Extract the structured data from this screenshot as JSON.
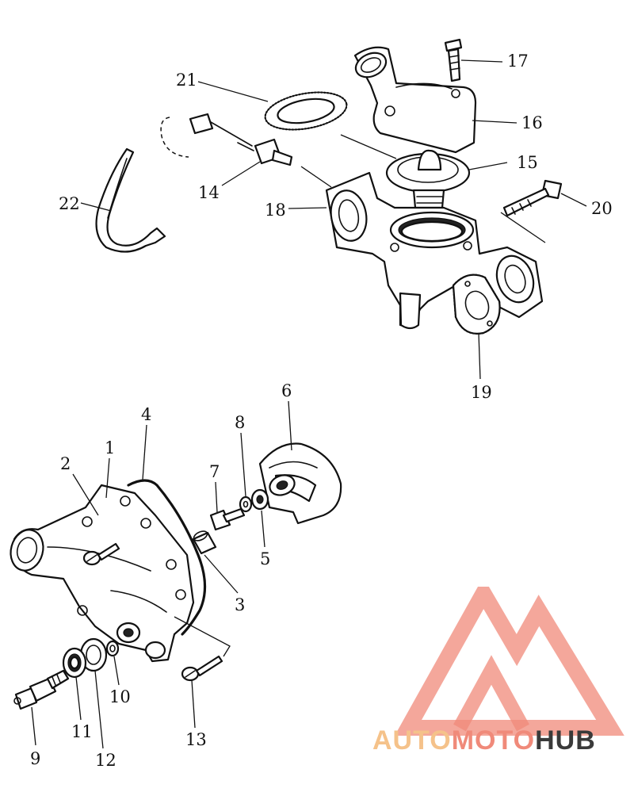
{
  "callouts": [
    "1",
    "2",
    "3",
    "4",
    "5",
    "6",
    "7",
    "8",
    "9",
    "10",
    "11",
    "12",
    "13",
    "14",
    "15",
    "16",
    "17",
    "18",
    "19",
    "20",
    "21",
    "22"
  ],
  "watermark": {
    "part1": "AUTO",
    "part2": "MOTO",
    "part3": "HUB",
    "color_light": "#f5c28a",
    "color_mid": "#f08a7a",
    "color_dark": "#3a3a3a"
  }
}
